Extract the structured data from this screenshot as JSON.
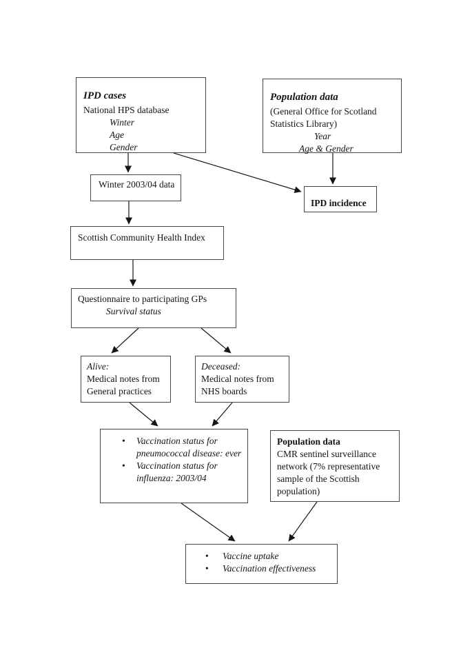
{
  "diagram": {
    "background": "#ffffff",
    "line_color": "#1a1a1a",
    "border_color": "#454545",
    "nodes": {
      "ipd_cases": {
        "title": "IPD cases",
        "subtitle": "National HPS database",
        "items": [
          "Winter",
          "Age",
          "Gender"
        ]
      },
      "population_top": {
        "title": "Population data",
        "subtitle": "(General Office for Scotland Statistics Library)",
        "items": [
          "Year",
          "Age & Gender"
        ]
      },
      "winter_data": {
        "label": "Winter 2003/04 data"
      },
      "ipd_incidence": {
        "label": "IPD incidence"
      },
      "chi": {
        "label": "Scottish Community Health Index"
      },
      "questionnaire": {
        "label": "Questionnaire to participating GPs",
        "note": "Survival status"
      },
      "alive": {
        "title": "Alive:",
        "body": "Medical notes from General practices"
      },
      "deceased": {
        "title": "Deceased:",
        "body": "Medical notes from NHS boards"
      },
      "vaccination_status": {
        "bullets": [
          "Vaccination status for pneumococcal disease: ever",
          "Vaccination status for influenza: 2003/04"
        ]
      },
      "population_cmr": {
        "title": "Population data",
        "body": "CMR sentinel surveillance network (7% representative sample of the Scottish population)"
      },
      "outcomes": {
        "bullets": [
          "Vaccine uptake",
          "Vaccination effectiveness"
        ]
      }
    }
  }
}
